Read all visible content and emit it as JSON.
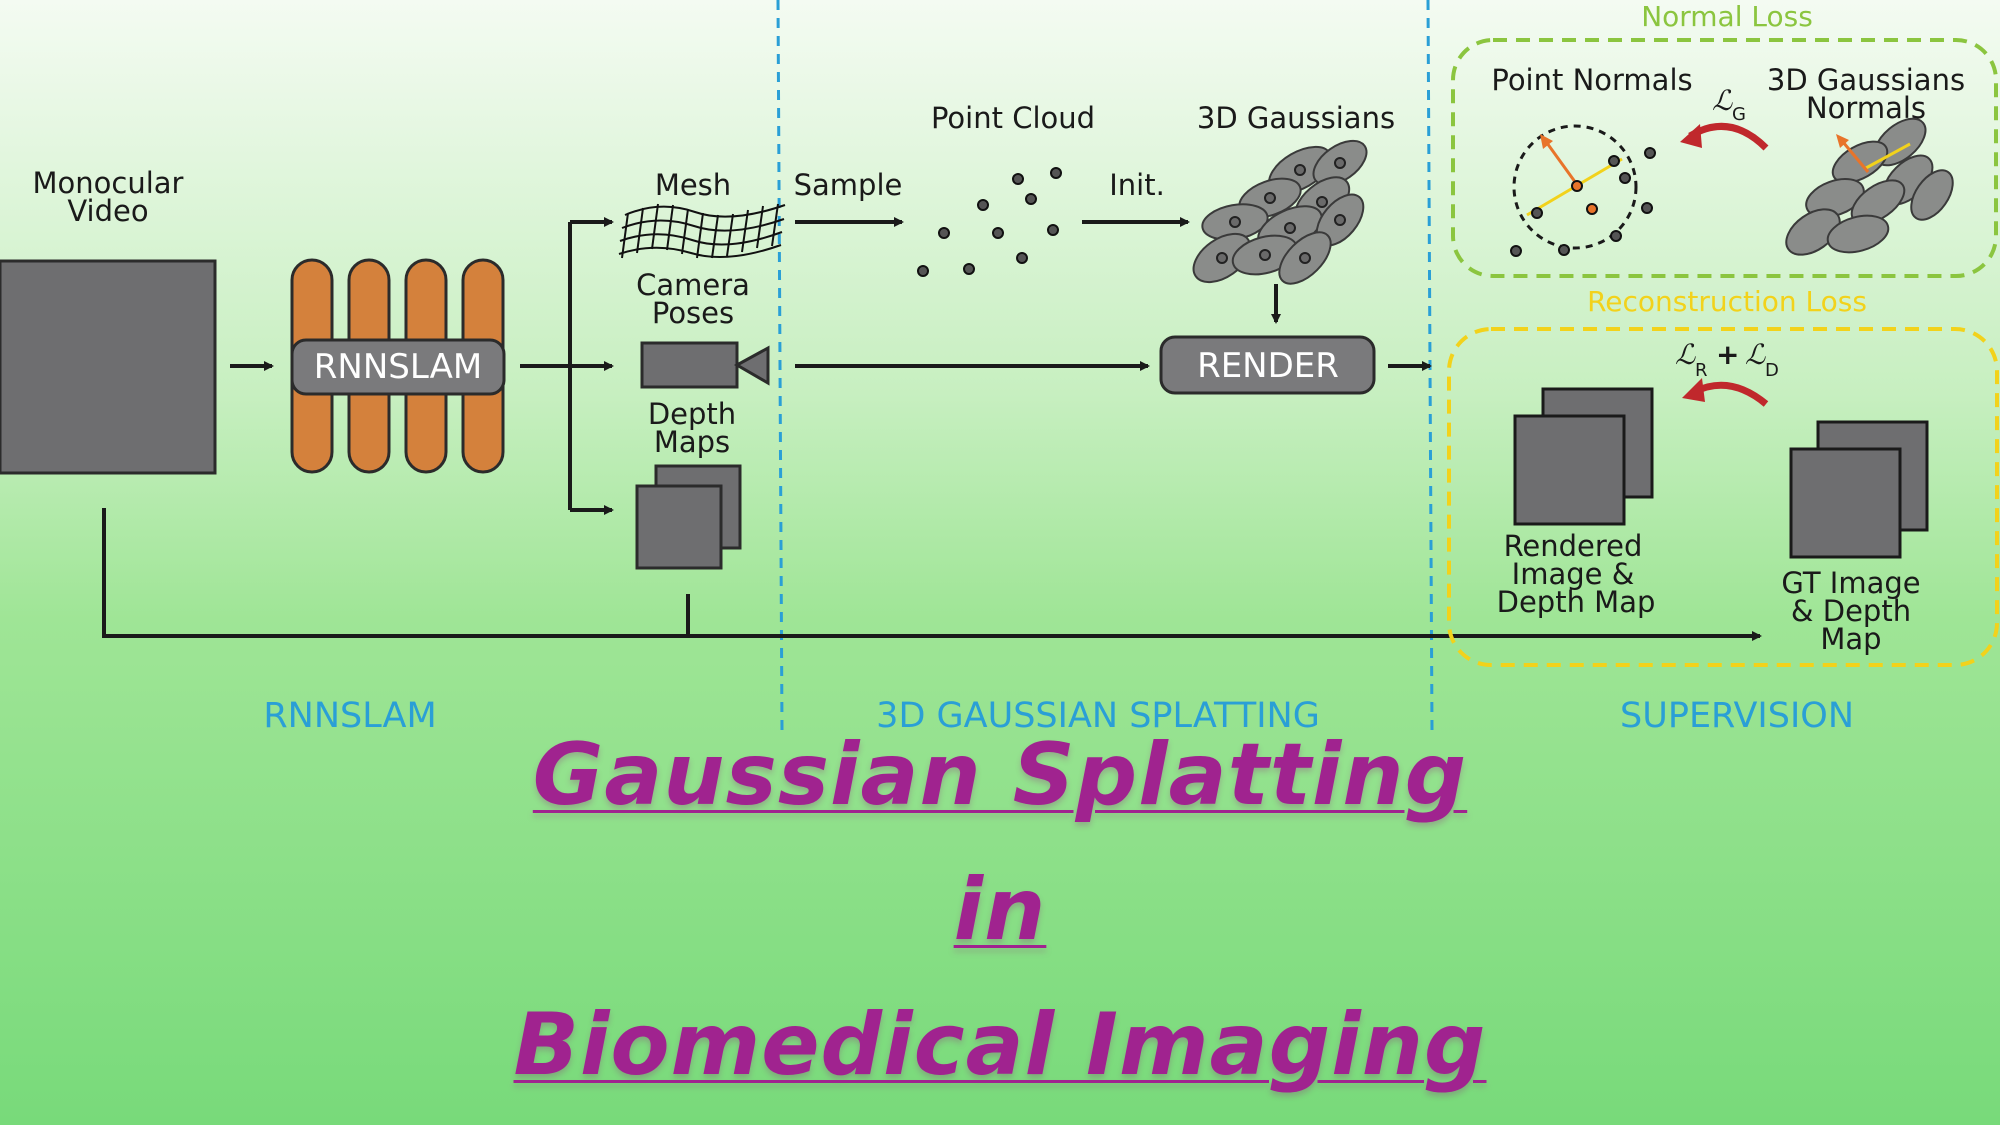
{
  "sections": {
    "rnnslam": "RNNSLAM",
    "gaussian": "3D GAUSSIAN SPLATTING",
    "supervision": "SUPERVISION"
  },
  "nodes": {
    "video_line1": "Monocular",
    "video_line2": "Video",
    "rnnslam_box": "RNNSLAM",
    "mesh": "Mesh",
    "poses_line1": "Camera",
    "poses_line2": "Poses",
    "depth_line1": "Depth",
    "depth_line2": "Maps",
    "sample": "Sample",
    "point_cloud": "Point Cloud",
    "init": "Init.",
    "gaussians": "3D Gaussians",
    "render": "RENDER"
  },
  "losses": {
    "normal_title": "Normal Loss",
    "point_normals": "Point Normals",
    "gauss_normals_line1": "3D Gaussians",
    "gauss_normals_line2": "Normals",
    "lg_symbol": "ℒ",
    "lg_sub": "G",
    "recon_title": "Reconstruction Loss",
    "lr_symbol": "ℒ",
    "lr_sub": "R",
    "plus": "+",
    "ld_symbol": "ℒ",
    "ld_sub": "D",
    "rendered_line1": "Rendered",
    "rendered_line2": "Image &",
    "rendered_line3": "Depth Map",
    "gt_line1": "GT Image",
    "gt_line2": "& Depth",
    "gt_line3": "Map"
  },
  "title": {
    "line1": "Gaussian Splatting",
    "line2": "in",
    "line3": "Biomedical Imaging"
  },
  "colors": {
    "orange_block": "#d4813c",
    "gray_block": "#6e6e70",
    "section_blue": "#2a9fd6",
    "normal_loss_green": "#8bc53f",
    "recon_loss_yellow": "#f2d21b",
    "loss_arrow_red": "#c0282c",
    "title_purple": "#a0238f"
  }
}
